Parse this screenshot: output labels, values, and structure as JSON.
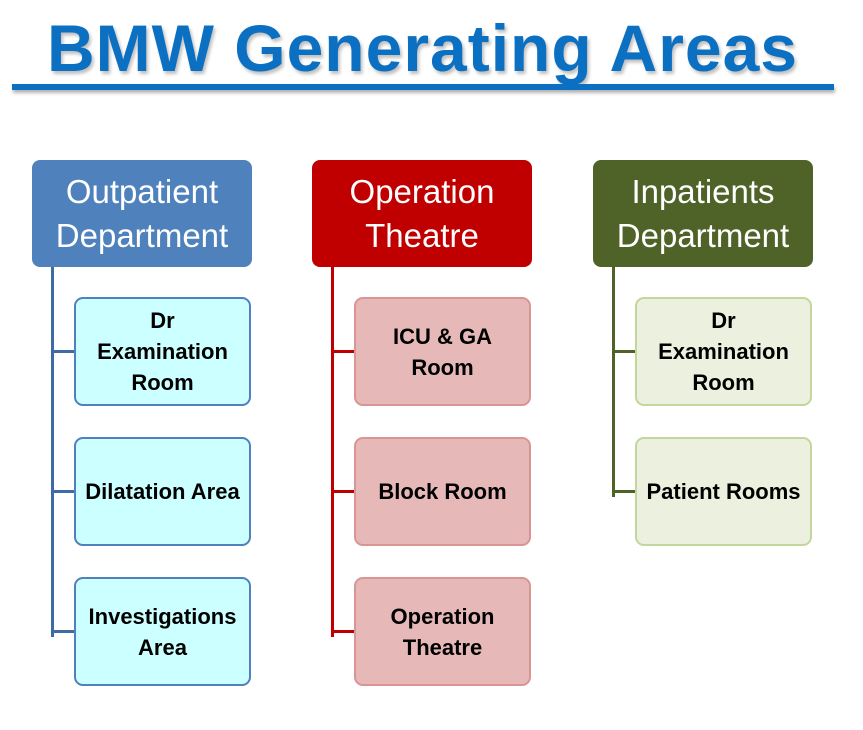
{
  "title": "BMW Generating Areas",
  "colors": {
    "title": "#0B6FC2",
    "outpatient": {
      "header": "#4F81BD",
      "child_fill": "#CCFFFF",
      "child_border": "#4F81BD",
      "line": "#3E6BA3"
    },
    "theatre": {
      "header": "#C00000",
      "child_fill": "#E6B9B8",
      "child_border": "#D99594",
      "line": "#C00000"
    },
    "inpatient": {
      "header": "#4F6228",
      "child_fill": "#EBF1DE",
      "child_border": "#C3D69B",
      "line": "#4F6228"
    }
  },
  "columns": [
    {
      "key": "outpatient",
      "header": "Outpatient Department",
      "children": [
        "Dr Examination Room",
        "Dilatation Area",
        "Investigations Area"
      ]
    },
    {
      "key": "theatre",
      "header": "Operation Theatre",
      "children": [
        "ICU & GA Room",
        "Block Room",
        "Operation Theatre"
      ]
    },
    {
      "key": "inpatient",
      "header": "Inpatients Department",
      "children": [
        "Dr Examination Room",
        "Patient Rooms"
      ]
    }
  ]
}
